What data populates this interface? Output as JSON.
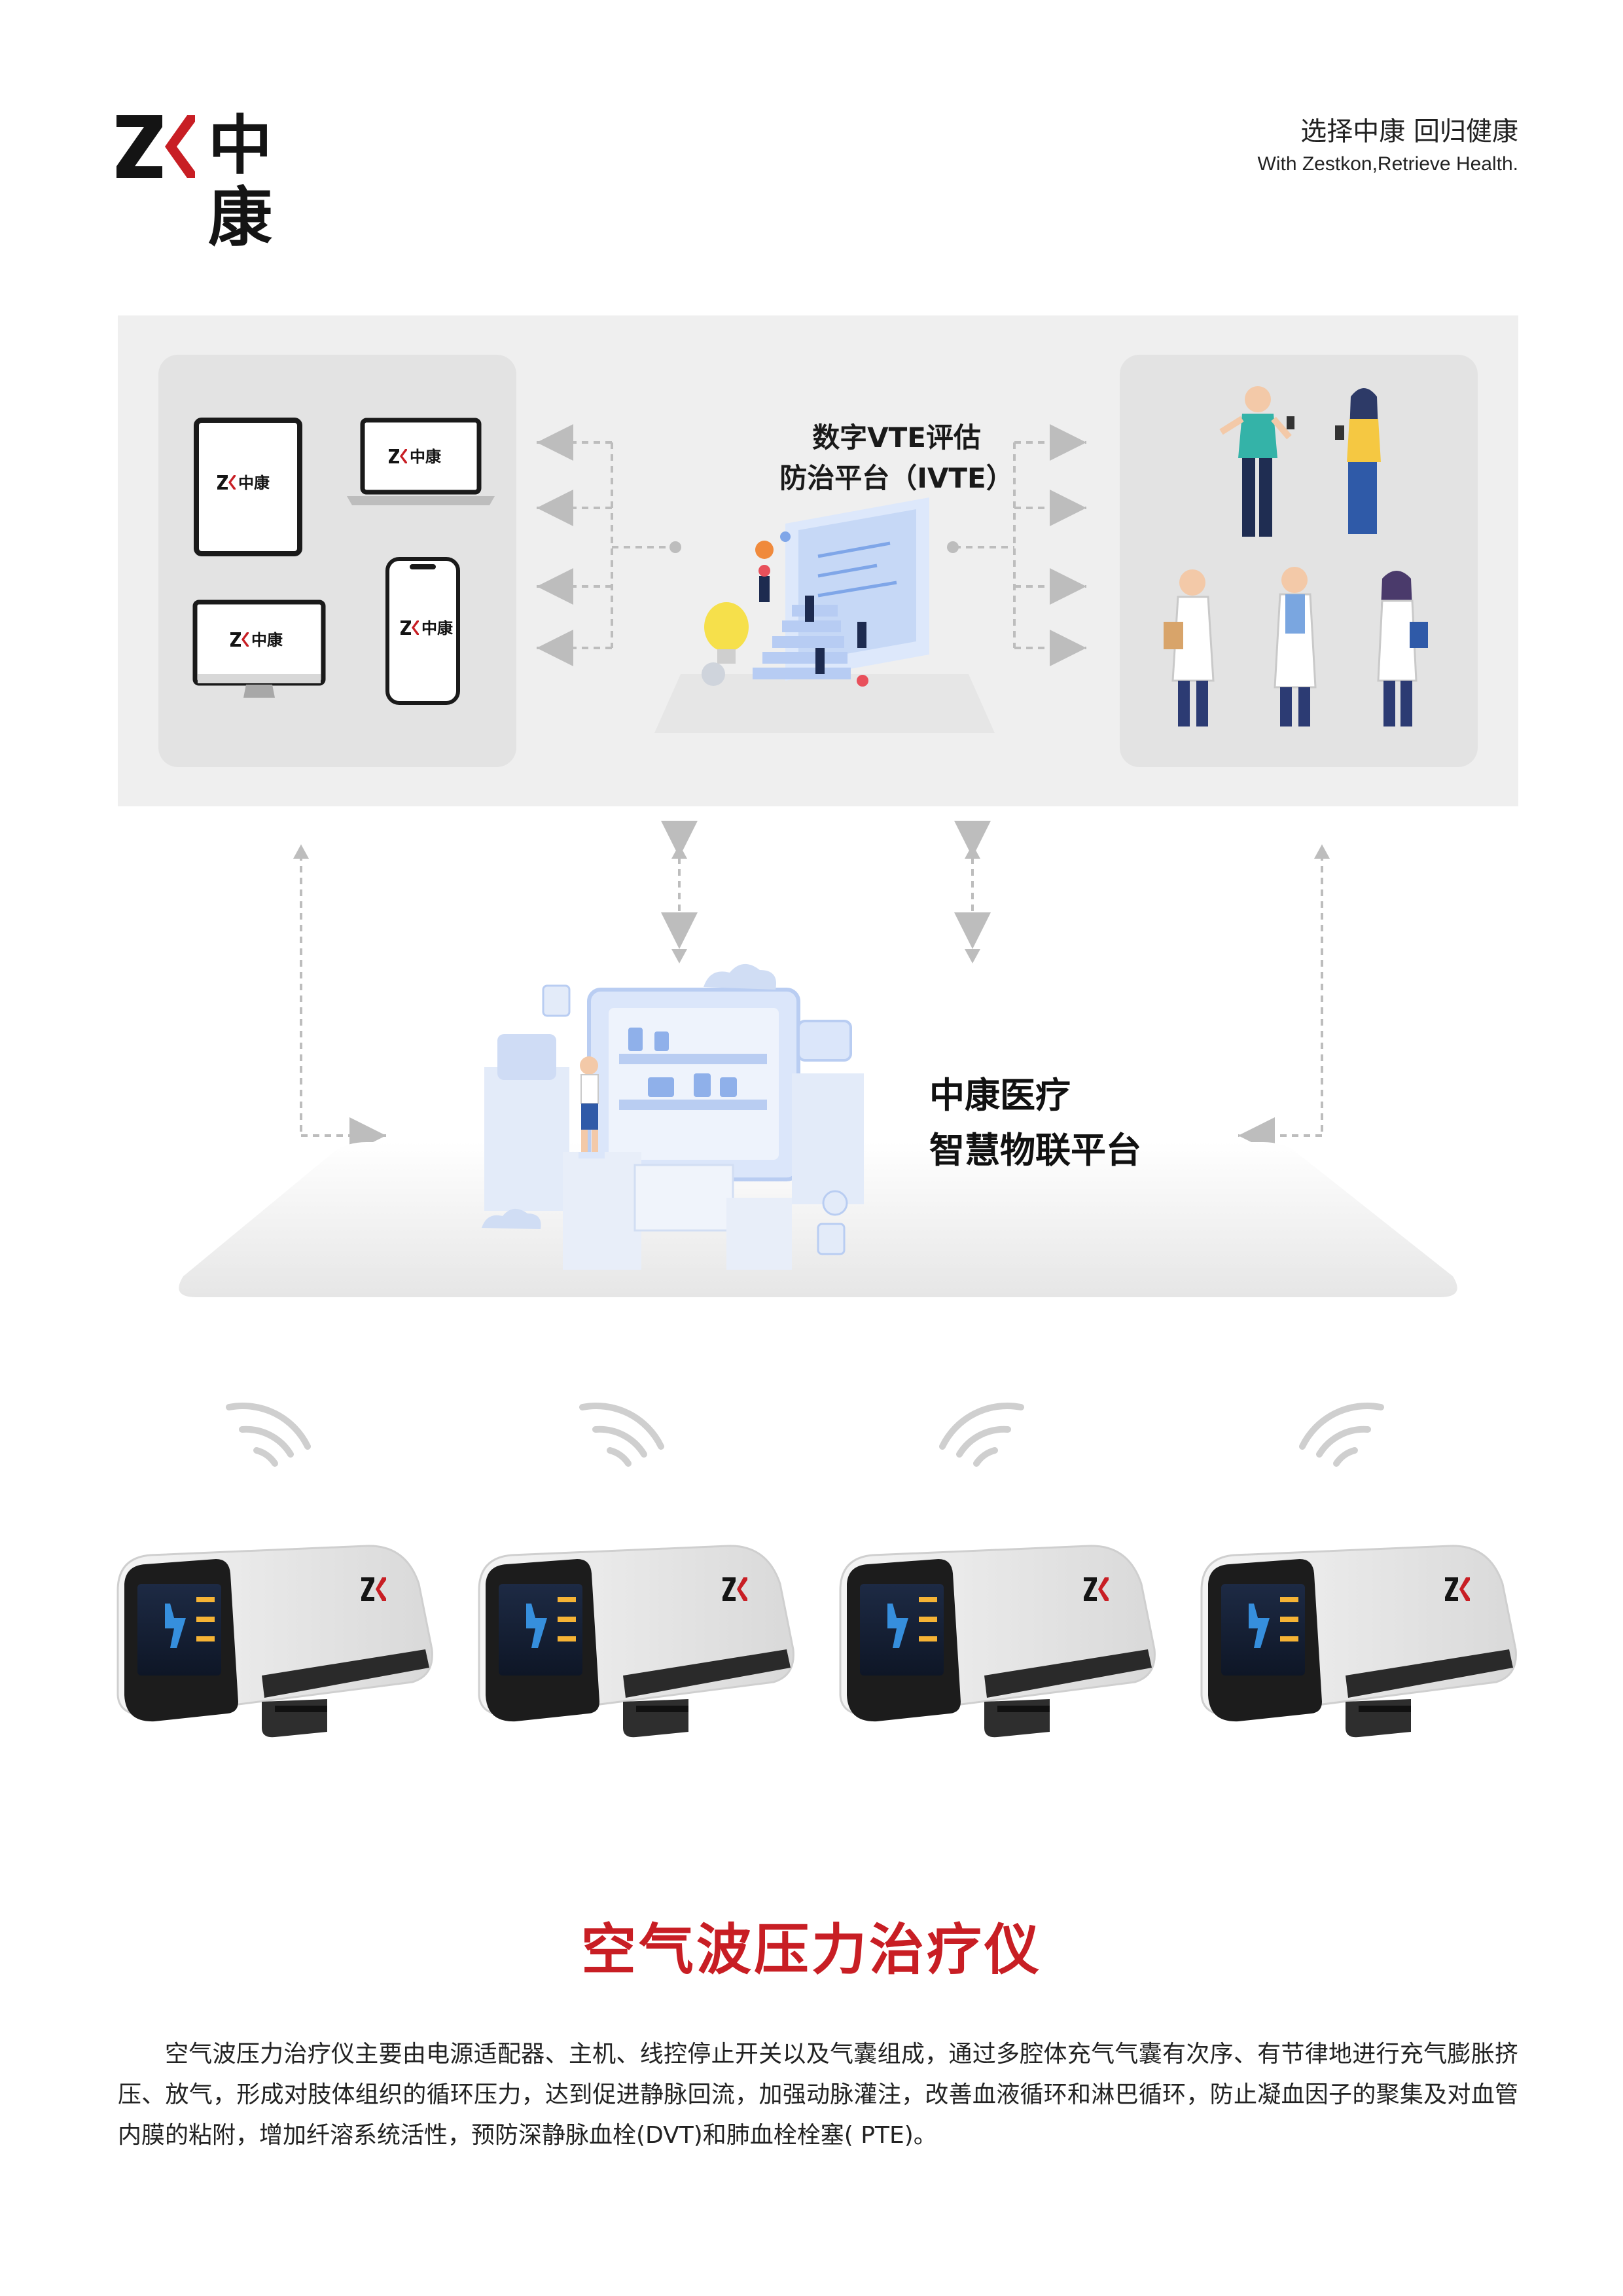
{
  "header": {
    "logo_text": "中康",
    "slogan_cn": "选择中康 回归健康",
    "slogan_en": "With Zestkon,Retrieve Health."
  },
  "device_logo": "中康",
  "ivte": {
    "title_line1": "数字VTE评估",
    "title_line2": "防治平台（IVTE）"
  },
  "iot": {
    "title_line1": "中康医疗",
    "title_line2": "智慧物联平台"
  },
  "product": {
    "title": "空气波压力治疗仪",
    "description": "空气波压力治疗仪主要由电源适配器、主机、线控停止开关以及气囊组成，通过多腔体充气气囊有次序、有节律地进行充气膨胀挤压、放气，形成对肢体组织的循环压力，达到促进静脉回流，加强动脉灌注，改善血液循环和淋巴循环，防止凝血因子的聚集及对血管内膜的粘附，增加纤溶系统活性，预防深静脉血栓(DVT)和肺血栓栓塞( PTE)。"
  },
  "colors": {
    "brand_red": "#c81e24",
    "panel_gray": "#efefef",
    "card_gray": "#e3e3e3"
  }
}
